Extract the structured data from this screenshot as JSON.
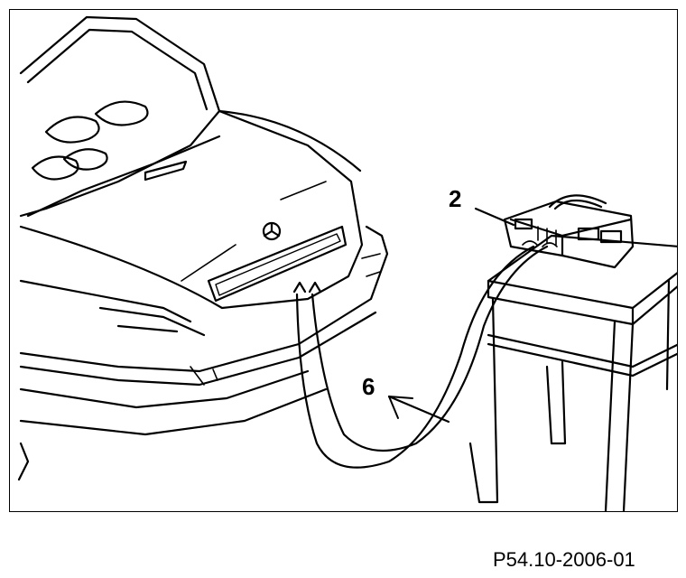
{
  "figure": {
    "callouts": [
      {
        "id": "2",
        "label": "2",
        "refers_to": "charger"
      },
      {
        "id": "6",
        "label": "6",
        "refers_to": "cables"
      }
    ]
  },
  "caption": "P54.10-2006-01",
  "colors": {
    "line": "#000000",
    "background": "#ffffff"
  }
}
